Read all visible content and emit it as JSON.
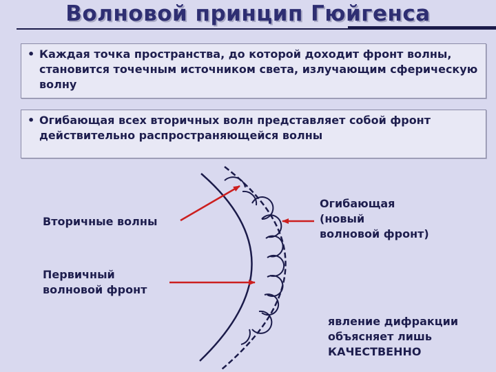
{
  "slide": {
    "title": "Волновой принцип Гюйгенса",
    "points": [
      {
        "bullet": "•",
        "text": "Каждая точка пространства, до которой доходит фронт волны, становится точечным источником света, излучающим сферическую волну"
      },
      {
        "bullet": "•",
        "text": "Огибающая всех вторичных волн представляет собой фронт действительно распространяющейся волны"
      }
    ]
  },
  "diagram": {
    "label_secondary": "Вторичные волны",
    "label_primary": "Первичный\nволновой фронт",
    "label_envelope": "Огибающая\n(новый\nволновой фронт)",
    "conclusion": "явление дифракции\nобъясняет лишь\nКАЧЕСТВЕННО",
    "colors": {
      "wavefront": "#1b1b4a",
      "arrow": "#cc1f1f"
    }
  }
}
